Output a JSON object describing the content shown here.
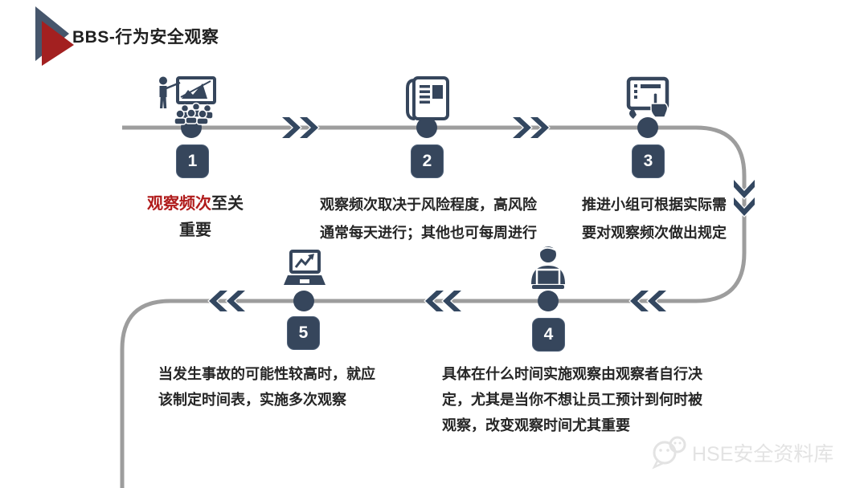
{
  "slide": {
    "title": "BBS-行为安全观察",
    "watermark_text": "HSE安全资料库"
  },
  "colors": {
    "navy": "#36465c",
    "chevron_navy": "#334760",
    "line_gray": "#9d9d9d",
    "red_accent": "#b01b1b",
    "logo_red": "#a32020",
    "logo_navy": "#46566c",
    "body_text": "#262626",
    "watermark_gray": "#e3e3e3"
  },
  "steps": [
    {
      "number": "1",
      "icon": "presenter-audience-icon",
      "highlight": "观察频次",
      "line1_rest": "至关",
      "line2": "重要"
    },
    {
      "number": "2",
      "icon": "newspaper-icon",
      "line1": "观察频次取决于风险程度，高风险",
      "line2": "通常每天进行；其他也可每周进行"
    },
    {
      "number": "3",
      "icon": "tablet-touch-icon",
      "line1": "推进小组可根据实际需",
      "line2": "要对观察频次做出规定"
    },
    {
      "number": "4",
      "icon": "person-laptop-icon",
      "line1": "具体在什么时间实施观察由观察者自行决",
      "line2": "定，尤其是当你不想让员工预计到何时被",
      "line3": "观察，改变观察时间尤其重要"
    },
    {
      "number": "5",
      "icon": "laptop-chart-icon",
      "line1": "当发生事故的可能性较高时，就应",
      "line2": "该制定时间表，实施多次观察"
    }
  ]
}
